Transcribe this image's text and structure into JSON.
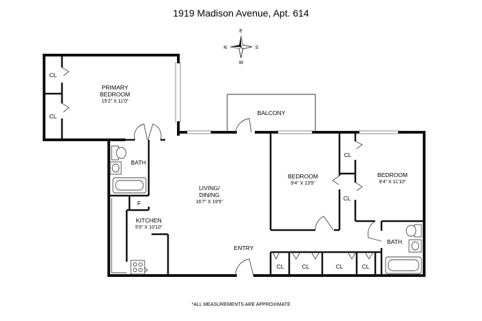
{
  "title": "1919 Madison Avenue, Apt. 614",
  "compass": {
    "n": "N",
    "s": "S",
    "e": "E",
    "w": "W"
  },
  "rooms": {
    "primary_bedroom": {
      "line1": "PRIMARY",
      "line2": "BEDROOM",
      "dims": "15'2\" X 11'0\""
    },
    "balcony": {
      "label": "BALCONY"
    },
    "bath_left": {
      "label": "BATH"
    },
    "living": {
      "line1": "LIVING/",
      "line2": "DINING",
      "dims": "16'7\" X 19'5\""
    },
    "kitchen": {
      "label": "KITCHEN",
      "dims": "5'0\" X 10'10\"",
      "fridge": "F"
    },
    "bedroom_mid": {
      "label": "BEDROOM",
      "dims": "9'4\" X 13'5\""
    },
    "bedroom_right": {
      "label": "BEDROOM",
      "dims": "9'4\" X 11'10\""
    },
    "bath_right": {
      "label": "BATH"
    },
    "entry": {
      "label": "ENTRY"
    }
  },
  "closets": {
    "primary_top": "CL",
    "primary_bottom": "CL",
    "bedroom_right": "CL",
    "bedroom_mid": "CL",
    "hall_1": "CL",
    "hall_2": "CL",
    "hall_3": "CL",
    "hall_4": "CL"
  },
  "note": "*ALL MEASUREMENTS ARE APPROXIMATE"
}
